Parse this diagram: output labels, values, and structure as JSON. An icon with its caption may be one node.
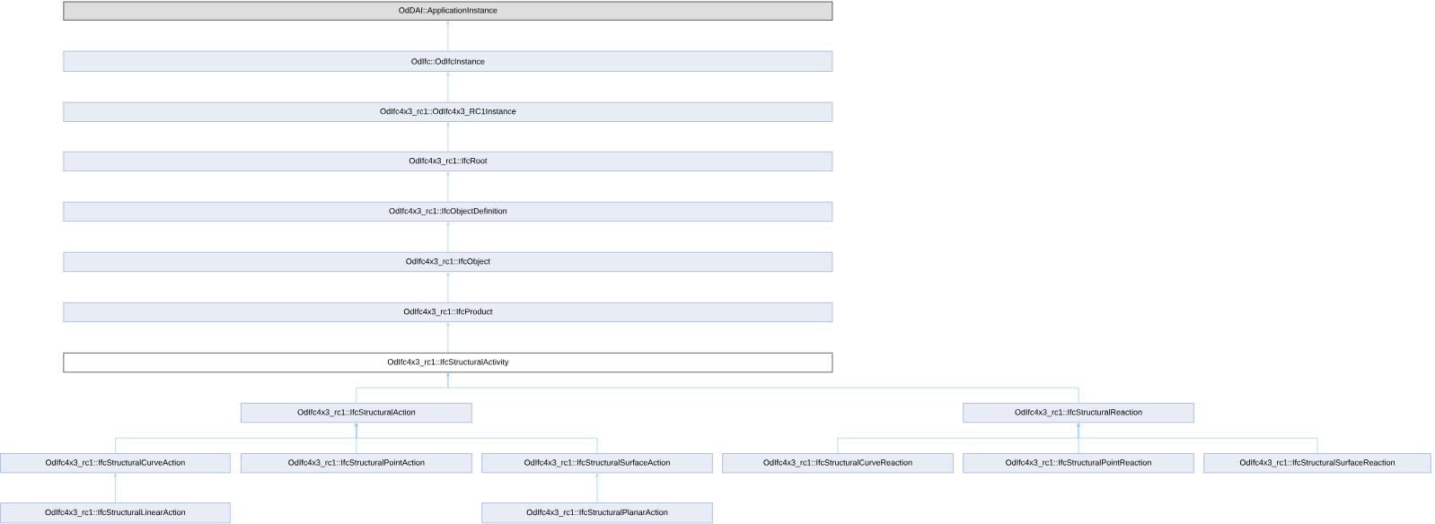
{
  "diagram": {
    "nodes": [
      {
        "text": [
          "OdDAI::ApplicationInstance"
        ]
      },
      {
        "text": [
          "OdIfc::OdIfcInstance"
        ]
      },
      {
        "text": [
          "OdIfc4x3_rc1::OdIfc4x3_RC1Instance"
        ]
      },
      {
        "text": [
          "OdIfc4x3_rc1::IfcRoot"
        ]
      },
      {
        "text": [
          "OdIfc4x3_rc1::IfcObjectDefinition"
        ]
      },
      {
        "text": [
          "OdIfc4x3_rc1::IfcObject"
        ]
      },
      {
        "text": [
          "OdIfc4x3_rc1::IfcProduct"
        ]
      },
      {
        "text": [
          "OdIfc4x3_rc1::IfcStructuralActivity"
        ]
      },
      {
        "text": [
          "OdIfc4x3_rc1::IfcStructuralAction"
        ]
      },
      {
        "text": [
          "OdIfc4x3_rc1::IfcStructuralReaction"
        ]
      },
      {
        "text": [
          "OdIfc4x3_rc1::IfcStructuralCurveAction"
        ]
      },
      {
        "text": [
          "OdIfc4x3_rc1::IfcStructuralPointAction"
        ]
      },
      {
        "text": [
          "OdIfc4x3_rc1::IfcStructuralSurfaceAction"
        ]
      },
      {
        "text": [
          "OdIfc4x3_rc1::IfcStructuralLinearAction"
        ]
      },
      {
        "text": [
          "OdIfc4x3_rc1::IfcStructuralPlanarAction"
        ]
      },
      {
        "text": [
          "OdIfc4x3_rc1::IfcStructuralCurveReaction"
        ]
      },
      {
        "text": [
          "OdIfc4x3_rc1::IfcStructuralPointReaction"
        ]
      },
      {
        "text": [
          "OdIfc4x3_rc1::IfcStructuralSurfaceReaction"
        ]
      }
    ],
    "edges": [
      {
        "from": 1,
        "to": 0,
        "arrow": "to"
      },
      {
        "from": 2,
        "to": 1,
        "arrow": "to"
      },
      {
        "from": 3,
        "to": 2,
        "arrow": "to"
      },
      {
        "from": 4,
        "to": 3,
        "arrow": "to"
      },
      {
        "from": 5,
        "to": 4,
        "arrow": "to"
      },
      {
        "from": 6,
        "to": 5,
        "arrow": "to"
      },
      {
        "from": 7,
        "to": 6,
        "arrow": "to"
      },
      {
        "from": 8,
        "to": 7,
        "arrow": "to"
      },
      {
        "from": 9,
        "to": 7,
        "arrow": "to"
      },
      {
        "from": 10,
        "to": 8,
        "arrow": "to"
      },
      {
        "from": 11,
        "to": 8,
        "arrow": "to"
      },
      {
        "from": 12,
        "to": 8,
        "arrow": "to"
      },
      {
        "from": 13,
        "to": 10,
        "arrow": "to"
      },
      {
        "from": 14,
        "to": 12,
        "arrow": "to"
      },
      {
        "from": 15,
        "to": 9,
        "arrow": "to"
      },
      {
        "from": 16,
        "to": 9,
        "arrow": "to"
      },
      {
        "from": 17,
        "to": 9,
        "arrow": "to"
      }
    ]
  }
}
